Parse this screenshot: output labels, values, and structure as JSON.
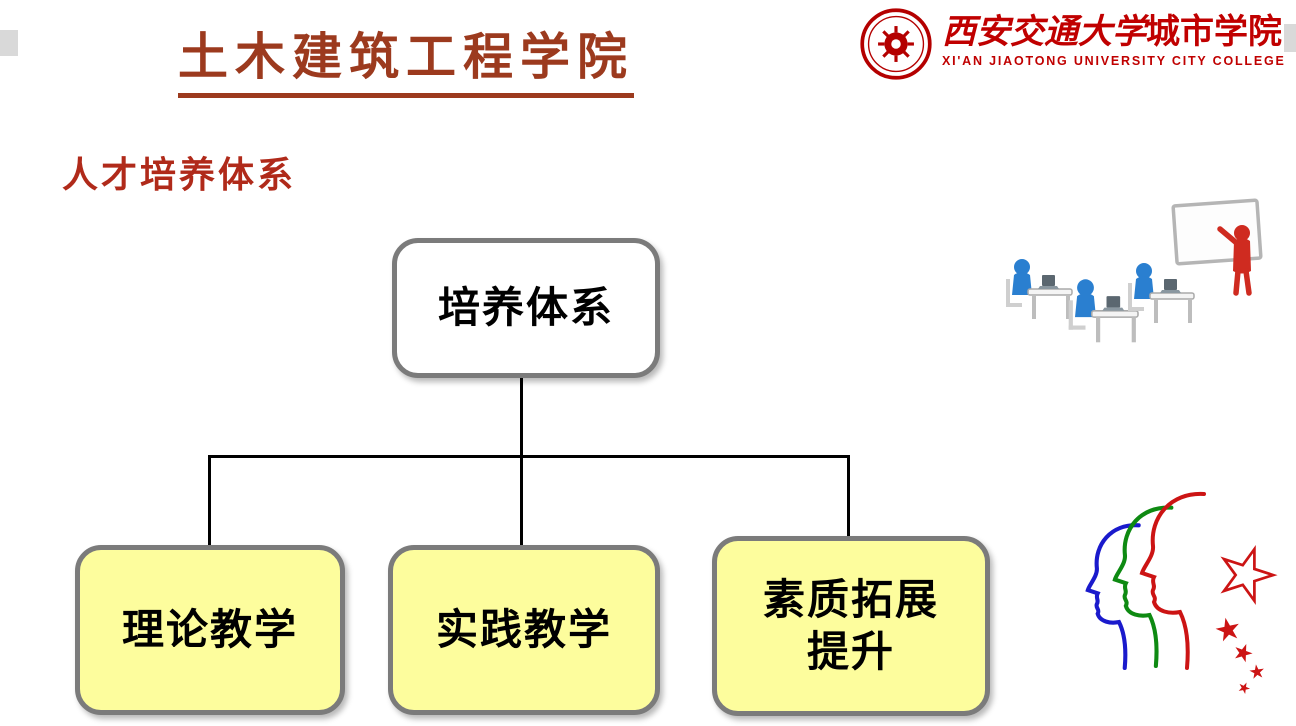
{
  "slide": {
    "title": "土木建筑工程学院",
    "section_heading": "人才培养体系"
  },
  "logo": {
    "name_calligraphy": "西安交通大学",
    "name_suffix": "城市学院",
    "name_en": "XI'AN JIAOTONG UNIVERSITY CITY COLLEGE"
  },
  "diagram": {
    "type": "tree",
    "root_label": "培养体系",
    "children": [
      {
        "label": "理论教学"
      },
      {
        "label": "实践教学"
      },
      {
        "label": "素质拓展\n提升"
      }
    ]
  },
  "colors": {
    "title_red": "#9c3a1e",
    "heading_red": "#b02a1a",
    "logo_red": "#c00000",
    "box_yellow": "#fdfd9d",
    "box_border": "#7b7b7b",
    "connector_black": "#000000",
    "figure_blue": "#2a7fd0",
    "figure_red": "#cf2b20",
    "head_blue": "#1a1acc",
    "head_green": "#0e8a12",
    "head_red": "#cc1414"
  },
  "icons": {
    "seal": "college-seal-icon",
    "classroom": "classroom-training-illustration",
    "heads": "thinking-heads-illustration"
  }
}
